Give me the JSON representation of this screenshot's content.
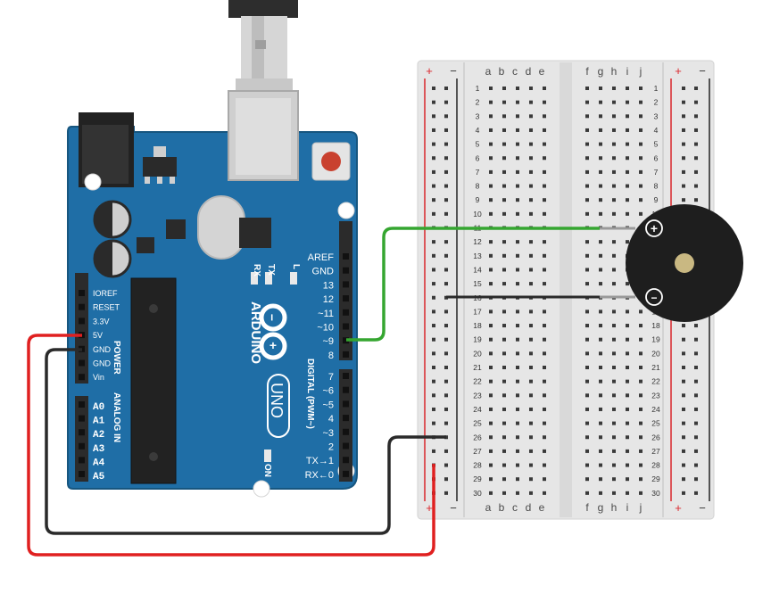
{
  "palette": {
    "board": "#1f6ea6",
    "board_dark": "#17567f",
    "header": "#2b2b2b",
    "breadboard": "#e6e6e6",
    "breadboard_edge": "#d2d2d2",
    "rail_red": "#d9262c",
    "rail_black": "#222222",
    "wire_red": "#e02020",
    "wire_black": "#2a2a2a",
    "wire_green": "#35a630",
    "buzzer": "#1e1e1e",
    "buzzer_center": "#c9b882"
  },
  "arduino": {
    "brand": "ARDUINO",
    "model": "UNO",
    "on_label": "ON",
    "led_labels": [
      "L",
      "TX",
      "RX"
    ],
    "power_section": "POWER",
    "analog_section": "ANALOG IN",
    "digital_section": "DIGITAL (PWM~)",
    "power_pins": [
      "IOREF",
      "RESET",
      "3.3V",
      "5V",
      "GND",
      "GND",
      "Vin"
    ],
    "analog_pins": [
      "A0",
      "A1",
      "A2",
      "A3",
      "A4",
      "A5"
    ],
    "digital_pins_top": [
      "AREF",
      "GND",
      "13",
      "12",
      "~11",
      "~10",
      "~9",
      "8"
    ],
    "digital_pins_bottom": [
      "7",
      "~6",
      "~5",
      "4",
      "~3",
      "2",
      "TX→1",
      "RX←0"
    ]
  },
  "breadboard": {
    "columns_left": [
      "a",
      "b",
      "c",
      "d",
      "e"
    ],
    "columns_right": [
      "f",
      "g",
      "h",
      "i",
      "j"
    ],
    "rows": 30,
    "rail_plus": "+",
    "rail_minus": "−"
  },
  "buzzer": {
    "plus_label": "+",
    "minus_label": "−"
  },
  "connections": [
    {
      "from": "Arduino 5V",
      "to": "breadboard + rail",
      "color": "red"
    },
    {
      "from": "Arduino GND",
      "to": "breadboard − rail",
      "color": "black"
    },
    {
      "from": "Arduino ~9",
      "to": "breadboard row 11",
      "color": "green"
    },
    {
      "from": "breadboard − rail",
      "to": "breadboard row 16",
      "color": "black"
    }
  ]
}
